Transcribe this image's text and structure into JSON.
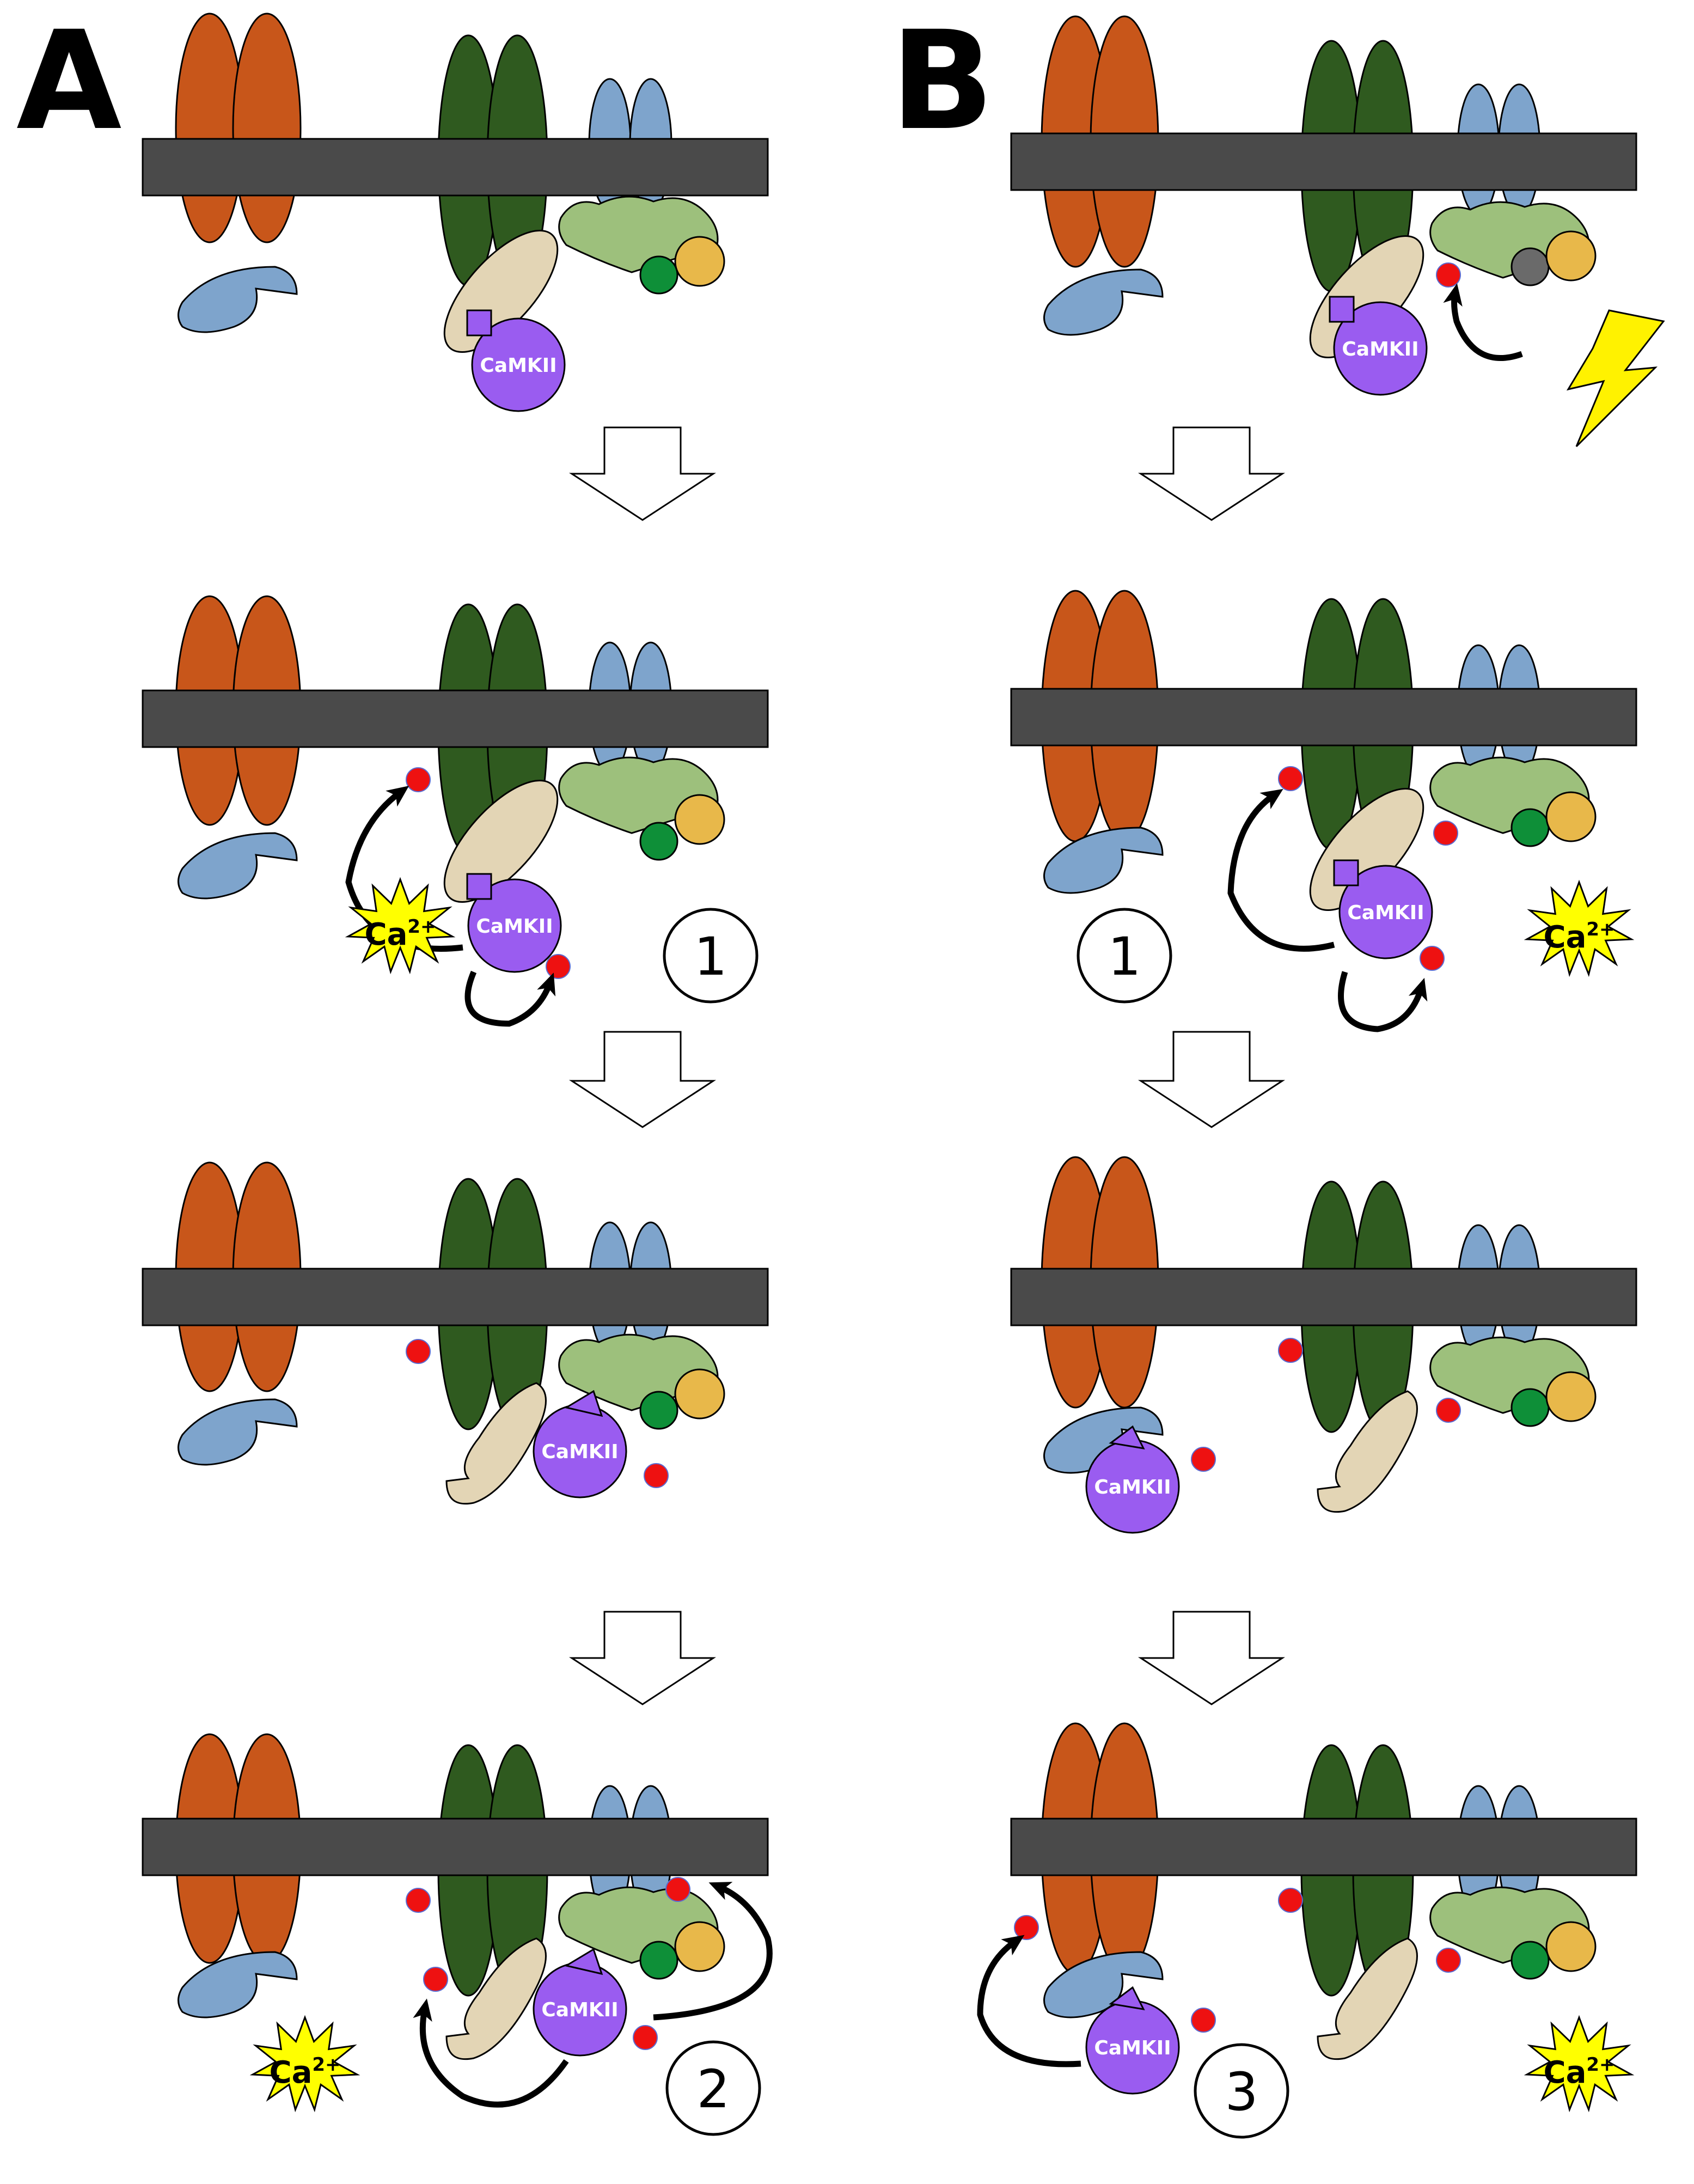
{
  "panels": [
    {
      "label": "A"
    },
    {
      "label": "B"
    }
  ],
  "kinase_label": "CaMKII",
  "calcium_label": {
    "base": "Ca",
    "sup": "2+"
  },
  "steps": {
    "a2": "1",
    "a4": "2",
    "b2": "1",
    "b4": "3"
  },
  "colors": {
    "membrane": "#4a4a4a",
    "orange_channel": "#c8561a",
    "green_channel": "#2f5a1f",
    "blue_subunit": "#7ea4cc",
    "light_green_complex": "#9dc07c",
    "tan_protein": "#e3d5b5",
    "camkii": "#9a5cf0",
    "phosphate": "#ee1111",
    "green_dot": "#0e8f38",
    "gold_dot": "#e8b84a",
    "gray_dot": "#6a6a6a",
    "calcium_burst": "#ffff00",
    "lightning": "#fff200"
  }
}
